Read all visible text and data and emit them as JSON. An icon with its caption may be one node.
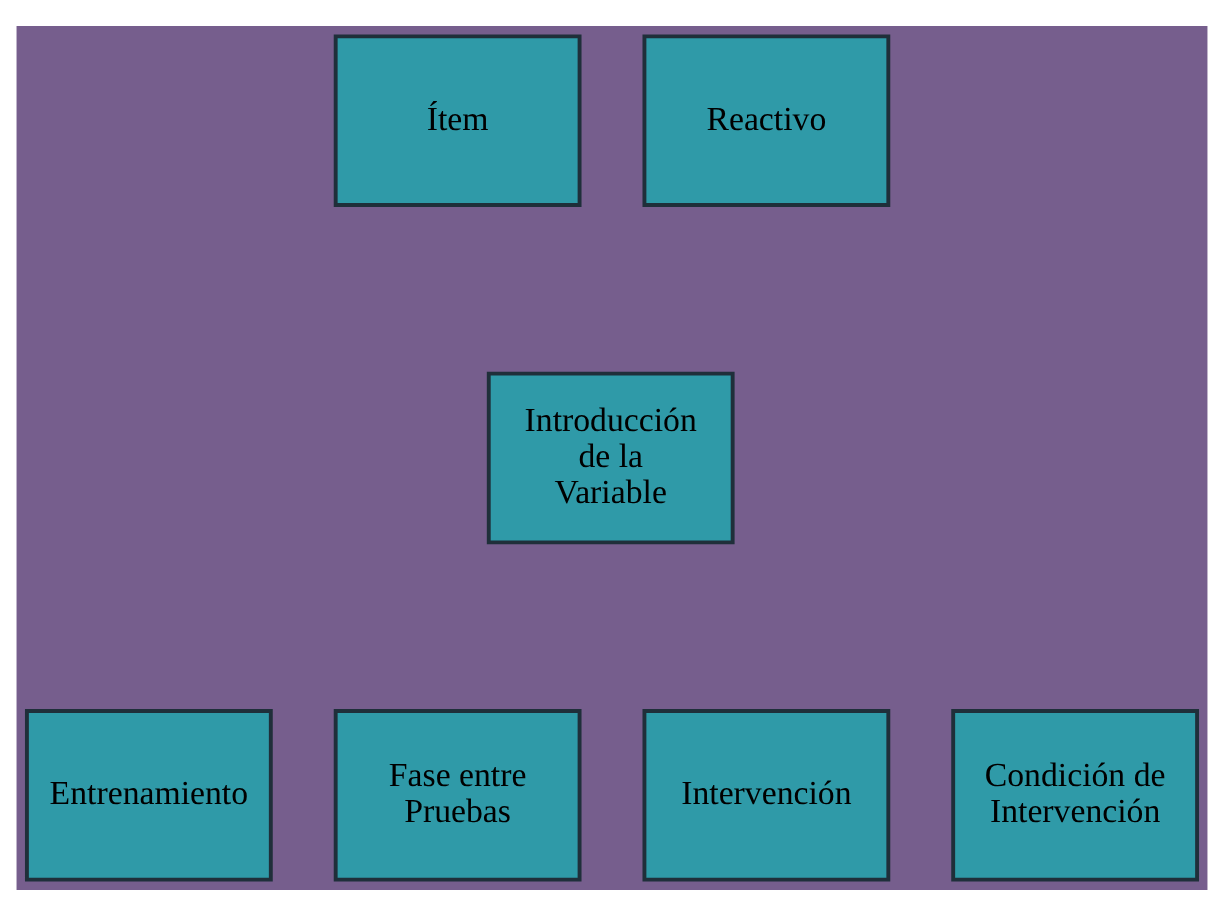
{
  "diagram": {
    "nodes": [
      {
        "text": [
          "Ítem"
        ]
      },
      {
        "text": [
          "Reactivo"
        ]
      },
      {
        "text": [
          "Introducción de la Variable"
        ]
      },
      {
        "text": [
          "Entrenamiento"
        ]
      },
      {
        "text": [
          "Fase entre Pruebas"
        ]
      },
      {
        "text": [
          "Intervención"
        ]
      },
      {
        "text": [
          "Condición de Intervención"
        ]
      }
    ]
  }
}
